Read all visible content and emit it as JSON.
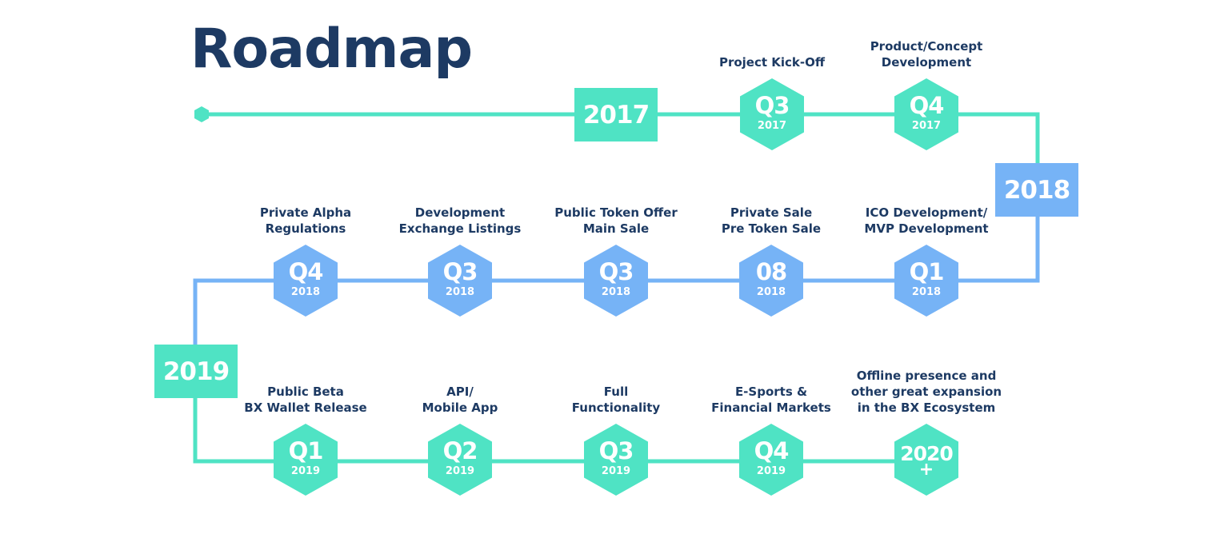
{
  "title": "Roadmap",
  "colors": {
    "teal": "#4fe3c4",
    "blue": "#76b3f6",
    "title": "#1d3a63",
    "label": "#1d3a63"
  },
  "years": {
    "y2017": "2017",
    "y2018": "2018",
    "y2019": "2019"
  },
  "rows": {
    "row1": [
      {
        "main": "Q3",
        "sub": "2017",
        "label": [
          "Project Kick-Off"
        ]
      },
      {
        "main": "Q4",
        "sub": "2017",
        "label": [
          "Product/Concept",
          "Development"
        ]
      }
    ],
    "row2": [
      {
        "main": "Q4",
        "sub": "2018",
        "label": [
          "Private Alpha",
          "Regulations"
        ]
      },
      {
        "main": "Q3",
        "sub": "2018",
        "label": [
          "Development",
          "Exchange Listings"
        ]
      },
      {
        "main": "Q3",
        "sub": "2018",
        "label": [
          "Public Token Offer",
          "Main Sale"
        ]
      },
      {
        "main": "08",
        "sub": "2018",
        "label": [
          "Private Sale",
          "Pre Token Sale"
        ]
      },
      {
        "main": "Q1",
        "sub": "2018",
        "label": [
          "ICO Development/",
          "MVP Development"
        ]
      }
    ],
    "row3": [
      {
        "main": "Q1",
        "sub": "2019",
        "label": [
          "Public Beta",
          "BX Wallet Release"
        ]
      },
      {
        "main": "Q2",
        "sub": "2019",
        "label": [
          "API/",
          "Mobile App"
        ]
      },
      {
        "main": "Q3",
        "sub": "2019",
        "label": [
          "Full",
          "Functionality"
        ]
      },
      {
        "main": "Q4",
        "sub": "2019",
        "label": [
          "E-Sports &",
          "Financial Markets"
        ]
      },
      {
        "main": "2020",
        "sub": "+",
        "label": [
          "Offline presence and",
          "other great expansion",
          "in the BX Ecosystem"
        ]
      }
    ]
  }
}
